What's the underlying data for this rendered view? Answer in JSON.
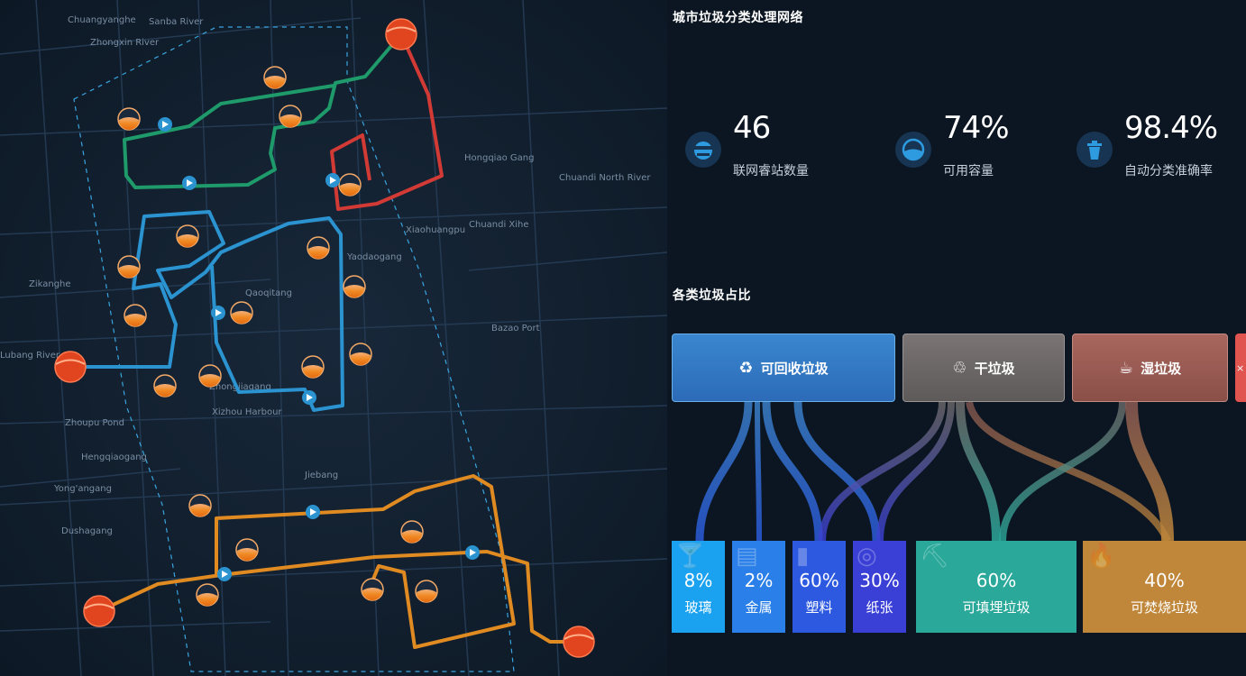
{
  "map": {
    "labels": [
      "Chuangyanghe",
      "Sanba River",
      "Zhongxin River",
      "Lubang River",
      "Zikanghe",
      "Zhoupu Pond",
      "Hengqiaogang",
      "Yong'angang",
      "Dushagang",
      "Chuandi Xihe",
      "Chuandi North River",
      "Bazao Port",
      "Xiaohuangpu",
      "Hongqiao Gang",
      "Jiebang",
      "Xizhou Harbour",
      "Zhongjiagang",
      "Qaoqitang",
      "Yaodaogang"
    ]
  },
  "network": {
    "title": "城市垃圾分类处理网络",
    "stats": [
      {
        "value": "46",
        "label": "联网睿站数量",
        "icon": "globe-station-icon"
      },
      {
        "value": "74%",
        "label": "可用容量",
        "icon": "capacity-gauge-icon"
      },
      {
        "value": "98.4%",
        "label": "自动分类准确率",
        "icon": "trash-bin-icon"
      }
    ]
  },
  "breakdown": {
    "title": "各类垃圾占比",
    "categories": [
      {
        "label": "可回收垃圾",
        "icon": "♻",
        "color": "#3a7fc6"
      },
      {
        "label": "干垃圾",
        "icon": "♲",
        "color": "#6e6a6a"
      },
      {
        "label": "湿垃圾",
        "icon": "☕",
        "color": "#a0625a"
      },
      {
        "label": "",
        "icon": "×",
        "color": "#e0554f"
      }
    ],
    "items": [
      {
        "pct": "8%",
        "name": "玻璃",
        "color": "#1aa2f0"
      },
      {
        "pct": "2%",
        "name": "金属",
        "color": "#2a7fe8"
      },
      {
        "pct": "60%",
        "name": "塑料",
        "color": "#2d59e0"
      },
      {
        "pct": "30%",
        "name": "纸张",
        "color": "#3a3fd6"
      },
      {
        "pct": "60%",
        "name": "可填埋垃圾",
        "color": "#2aa89a"
      },
      {
        "pct": "40%",
        "name": "可焚烧垃圾",
        "color": "#c0873a"
      }
    ]
  },
  "colors": {
    "route_green": "#1f9a6a",
    "route_red": "#d23a35",
    "route_blue": "#2a93d0",
    "route_orange": "#e08a22",
    "station": "#f08a24"
  }
}
